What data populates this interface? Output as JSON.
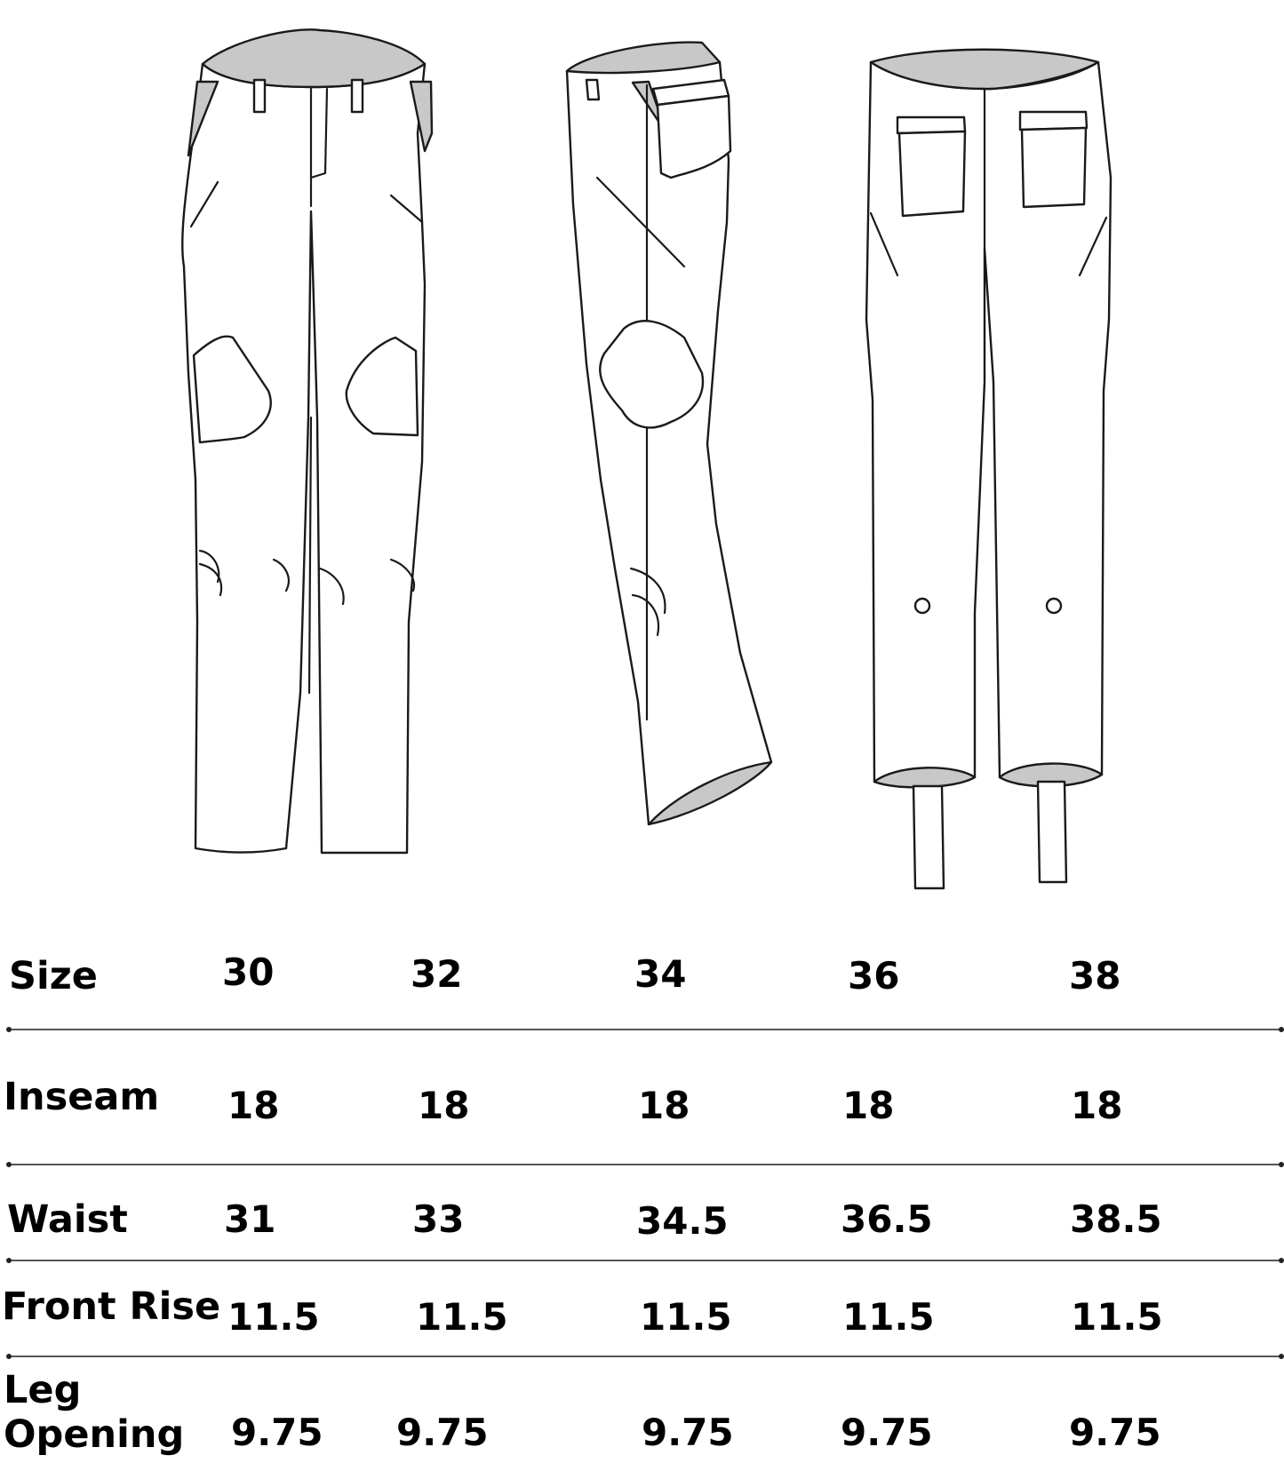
{
  "size_chart": {
    "rows": [
      {
        "label": "Size",
        "values": [
          "30",
          "32",
          "34",
          "36",
          "38"
        ]
      },
      {
        "label": "Inseam",
        "values": [
          "18",
          "18",
          "18",
          "18",
          "18"
        ]
      },
      {
        "label": "Waist",
        "values": [
          "31",
          "33",
          "34.5",
          "36.5",
          "38.5"
        ]
      },
      {
        "label": "Front Rise",
        "values": [
          "11.5",
          "11.5",
          "11.5",
          "11.5",
          "11.5"
        ]
      },
      {
        "label": "Leg Opening",
        "values": [
          "9.75",
          "9.75",
          "9.75",
          "9.75",
          "9.75"
        ]
      }
    ]
  },
  "colors": {
    "text": "#000000",
    "rule": "#555555",
    "fill_gray": "#c8c8c8"
  }
}
